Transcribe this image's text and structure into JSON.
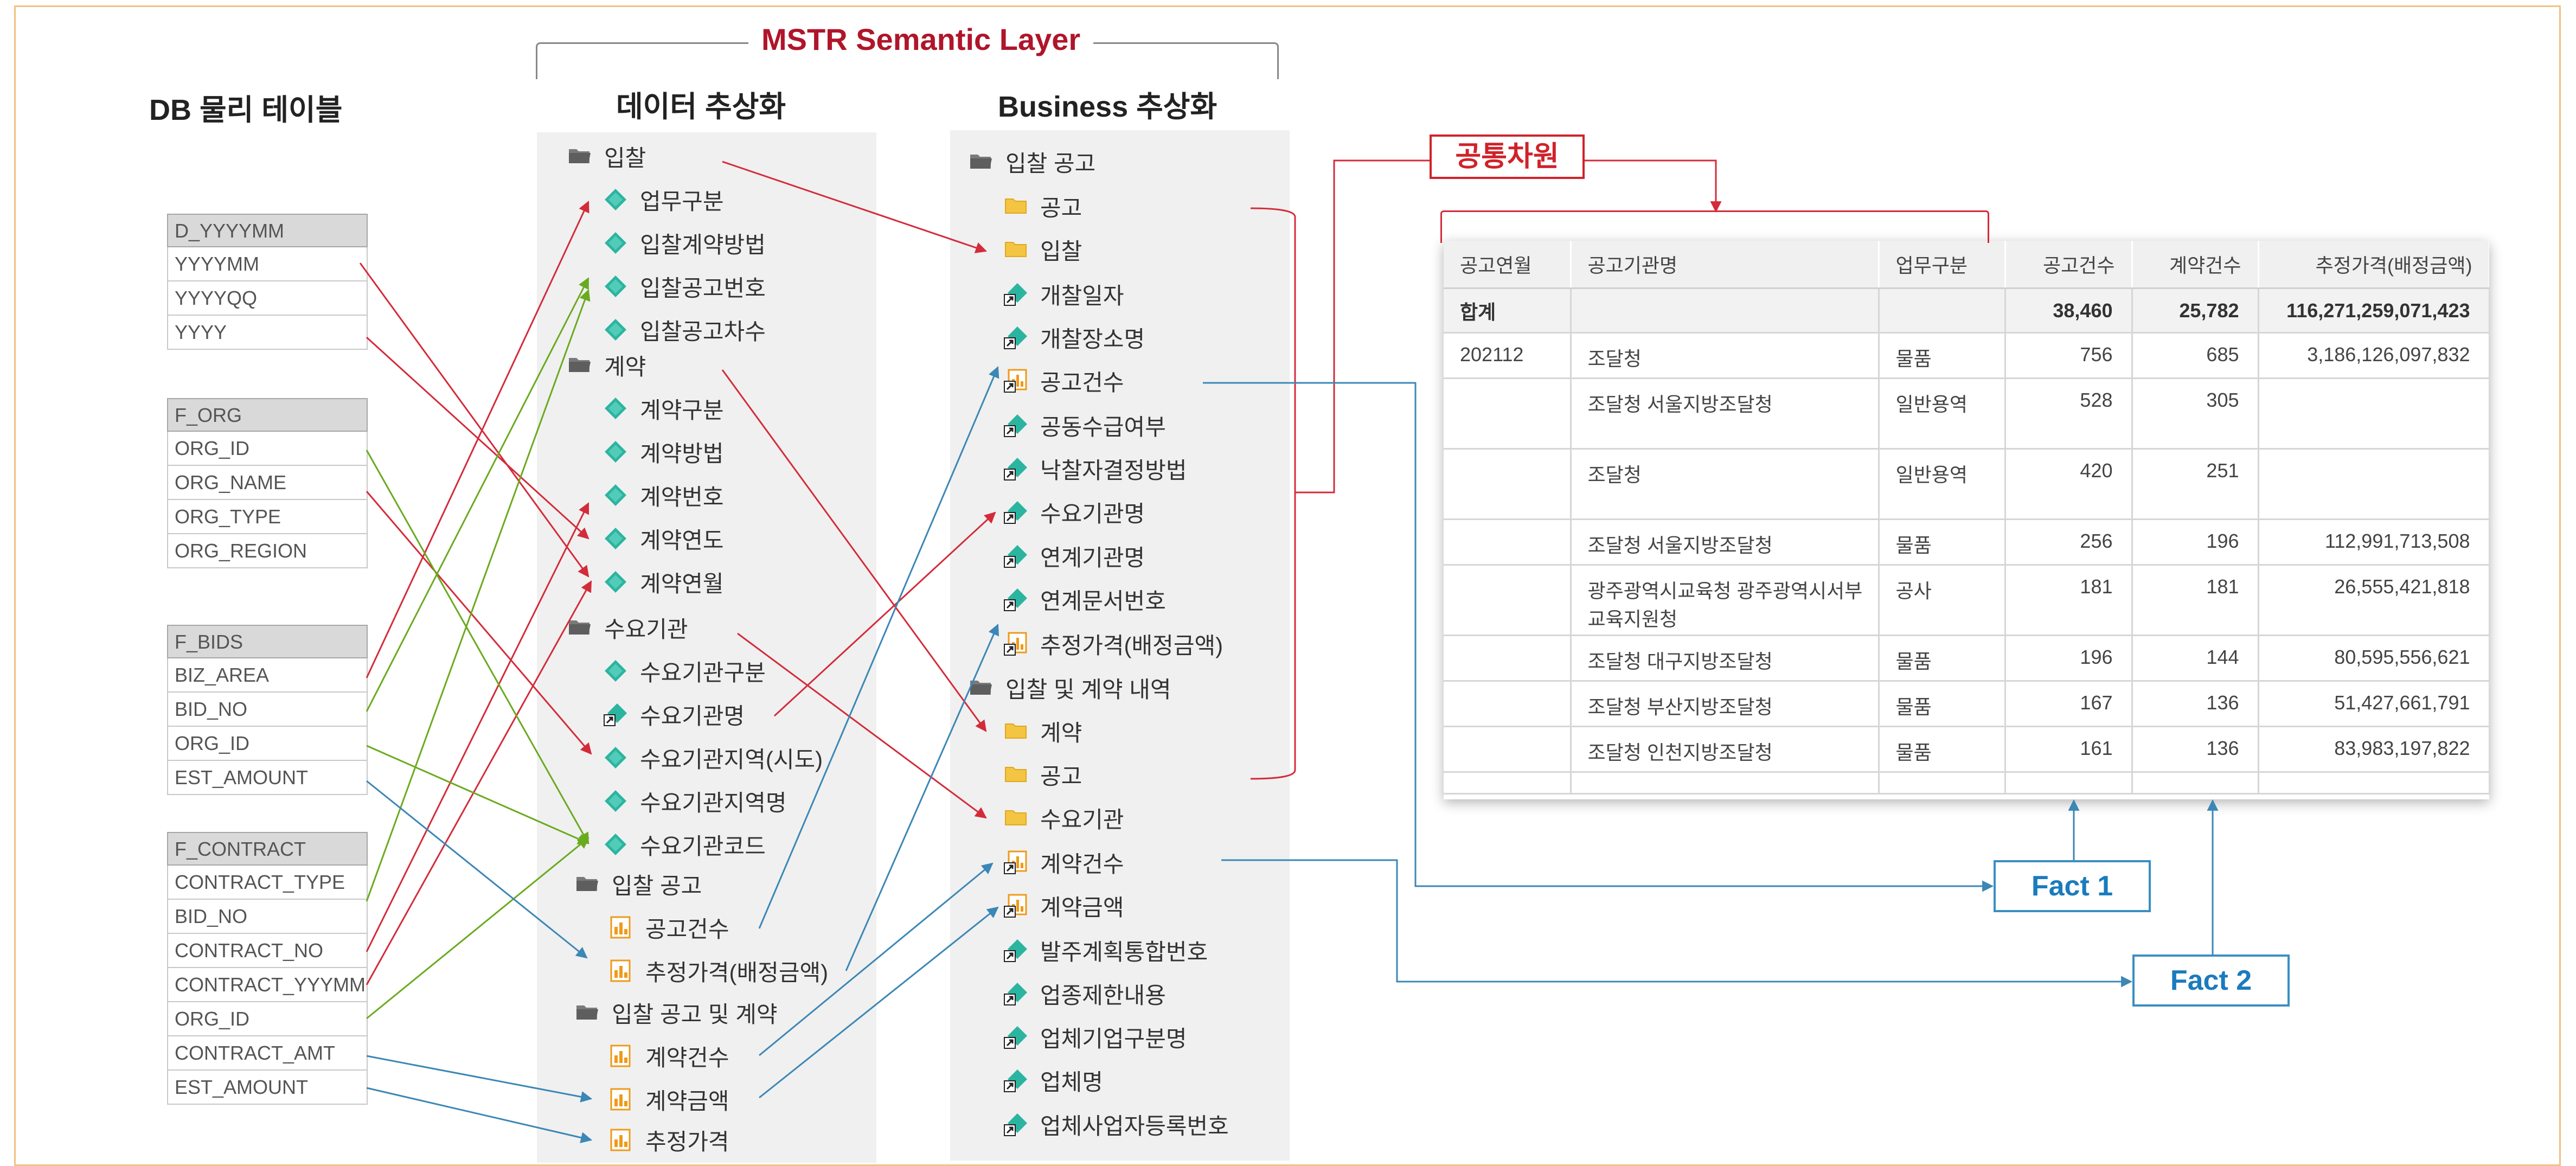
{
  "semantic_layer_title": "MSTR Semantic Layer",
  "headings": {
    "db_tables": "DB 물리 테이블",
    "data_abstraction": "데이터 추상화",
    "business_abstraction": "Business 추상화"
  },
  "db_tables": [
    {
      "name": "D_YYYYMM",
      "columns": [
        "YYYYMM",
        "YYYYQQ",
        "YYYY"
      ]
    },
    {
      "name": "F_ORG",
      "columns": [
        "ORG_ID",
        "ORG_NAME",
        "ORG_TYPE",
        "ORG_REGION"
      ]
    },
    {
      "name": "F_BIDS",
      "columns": [
        "BIZ_AREA",
        "BID_NO",
        "ORG_ID",
        "EST_AMOUNT"
      ]
    },
    {
      "name": "F_CONTRACT",
      "columns": [
        "CONTRACT_TYPE",
        "BID_NO",
        "CONTRACT_NO",
        "CONTRACT_YYYMM",
        "ORG_ID",
        "CONTRACT_AMT",
        "EST_AMOUNT"
      ]
    }
  ],
  "data_abstraction": [
    {
      "kind": "folder",
      "icon": "folder-dark-icon",
      "label": "입찰"
    },
    {
      "kind": "attribute",
      "icon": "attribute-icon",
      "label": "업무구분"
    },
    {
      "kind": "attribute",
      "icon": "attribute-icon",
      "label": "입찰계약방법"
    },
    {
      "kind": "attribute",
      "icon": "attribute-icon",
      "label": "입찰공고번호"
    },
    {
      "kind": "attribute",
      "icon": "attribute-icon",
      "label": "입찰공고차수"
    },
    {
      "kind": "folder",
      "icon": "folder-dark-icon",
      "label": "계약"
    },
    {
      "kind": "attribute",
      "icon": "attribute-icon",
      "label": "계약구분"
    },
    {
      "kind": "attribute",
      "icon": "attribute-icon",
      "label": "계약방법"
    },
    {
      "kind": "attribute",
      "icon": "attribute-icon",
      "label": "계약번호"
    },
    {
      "kind": "attribute",
      "icon": "attribute-icon",
      "label": "계약연도"
    },
    {
      "kind": "attribute",
      "icon": "attribute-icon",
      "label": "계약연월"
    },
    {
      "kind": "folder",
      "icon": "folder-dark-icon",
      "label": "수요기관"
    },
    {
      "kind": "attribute",
      "icon": "attribute-icon",
      "label": "수요기관구분"
    },
    {
      "kind": "shortcut",
      "icon": "attribute-shortcut-icon",
      "label": "수요기관명"
    },
    {
      "kind": "attribute",
      "icon": "attribute-icon",
      "label": "수요기관지역(시도)"
    },
    {
      "kind": "attribute",
      "icon": "attribute-icon",
      "label": "수요기관지역명"
    },
    {
      "kind": "attribute",
      "icon": "attribute-icon",
      "label": "수요기관코드"
    },
    {
      "kind": "folder",
      "icon": "folder-dark-icon",
      "label": "입찰 공고"
    },
    {
      "kind": "metric",
      "icon": "metric-icon",
      "label": "공고건수"
    },
    {
      "kind": "metric",
      "icon": "metric-icon",
      "label": "추정가격(배정금액)"
    },
    {
      "kind": "folder",
      "icon": "folder-dark-icon",
      "label": "입찰 공고 및 계약"
    },
    {
      "kind": "metric",
      "icon": "metric-icon",
      "label": "계약건수"
    },
    {
      "kind": "metric",
      "icon": "metric-icon",
      "label": "계약금액"
    },
    {
      "kind": "metric",
      "icon": "metric-icon",
      "label": "추정가격"
    }
  ],
  "business_abstraction": [
    {
      "kind": "folder",
      "icon": "folder-dark-icon",
      "label": "입찰 공고"
    },
    {
      "kind": "subfolder",
      "icon": "folder-yellow-icon",
      "label": "공고"
    },
    {
      "kind": "subfolder",
      "icon": "folder-yellow-icon",
      "label": "입찰"
    },
    {
      "kind": "shortcut",
      "icon": "attribute-shortcut-icon",
      "label": "개찰일자"
    },
    {
      "kind": "shortcut",
      "icon": "attribute-shortcut-icon",
      "label": "개찰장소명"
    },
    {
      "kind": "metric-shortcut",
      "icon": "metric-shortcut-icon",
      "label": "공고건수"
    },
    {
      "kind": "shortcut",
      "icon": "attribute-shortcut-icon",
      "label": "공동수급여부"
    },
    {
      "kind": "shortcut",
      "icon": "attribute-shortcut-icon",
      "label": "낙찰자결정방법"
    },
    {
      "kind": "shortcut",
      "icon": "attribute-shortcut-icon",
      "label": "수요기관명"
    },
    {
      "kind": "shortcut",
      "icon": "attribute-shortcut-icon",
      "label": "연계기관명"
    },
    {
      "kind": "shortcut",
      "icon": "attribute-shortcut-icon",
      "label": "연계문서번호"
    },
    {
      "kind": "metric-shortcut",
      "icon": "metric-shortcut-icon",
      "label": "추정가격(배정금액)"
    },
    {
      "kind": "folder",
      "icon": "folder-dark-icon",
      "label": "입찰 및 계약 내역"
    },
    {
      "kind": "subfolder",
      "icon": "folder-yellow-icon",
      "label": "계약"
    },
    {
      "kind": "subfolder",
      "icon": "folder-yellow-icon",
      "label": "공고"
    },
    {
      "kind": "subfolder",
      "icon": "folder-yellow-icon",
      "label": "수요기관"
    },
    {
      "kind": "metric-shortcut",
      "icon": "metric-shortcut-icon",
      "label": "계약건수"
    },
    {
      "kind": "metric-shortcut",
      "icon": "metric-shortcut-icon",
      "label": "계약금액"
    },
    {
      "kind": "shortcut",
      "icon": "attribute-shortcut-icon",
      "label": "발주계획통합번호"
    },
    {
      "kind": "shortcut",
      "icon": "attribute-shortcut-icon",
      "label": "업종제한내용"
    },
    {
      "kind": "shortcut",
      "icon": "attribute-shortcut-icon",
      "label": "업체기업구분명"
    },
    {
      "kind": "shortcut",
      "icon": "attribute-shortcut-icon",
      "label": "업체명"
    },
    {
      "kind": "shortcut",
      "icon": "attribute-shortcut-icon",
      "label": "업체사업자등록번호"
    }
  ],
  "common_dimension_label": "공통차원",
  "fact_labels": [
    "Fact 1",
    "Fact 2"
  ],
  "report": {
    "headers": [
      "공고연월",
      "공고기관명",
      "업무구분",
      "공고건수",
      "계약건수",
      "추정가격(배정금액)"
    ],
    "total_row": [
      "합계",
      "",
      "",
      "38,460",
      "25,782",
      "116,271,259,071,423"
    ],
    "rows": [
      [
        "202112",
        "조달청",
        "물품",
        "756",
        "685",
        "3,186,126,097,832"
      ],
      [
        "",
        "조달청 서울지방조달청",
        "일반용역",
        "528",
        "305",
        ""
      ],
      [
        "",
        "조달청",
        "일반용역",
        "420",
        "251",
        ""
      ],
      [
        "",
        "조달청 서울지방조달청",
        "물품",
        "256",
        "196",
        "112,991,713,508"
      ],
      [
        "",
        "광주광역시교육청 광주광역시서부교육지원청",
        "공사",
        "181",
        "181",
        "26,555,421,818"
      ],
      [
        "",
        "조달청 대구지방조달청",
        "물품",
        "196",
        "144",
        "80,595,556,621"
      ],
      [
        "",
        "조달청 부산지방조달청",
        "물품",
        "167",
        "136",
        "51,427,661,791"
      ],
      [
        "",
        "조달청 인천지방조달청",
        "물품",
        "161",
        "136",
        "83,983,197,822"
      ]
    ]
  },
  "colors": {
    "red_link": "#d42b3a",
    "green_link": "#6aaa1f",
    "blue_link": "#3b87b6",
    "title_red": "#b0152a",
    "fact_blue": "#1a7bbd",
    "panel_bg": "#f0f0f0",
    "frame_orange": "#f2c283"
  }
}
